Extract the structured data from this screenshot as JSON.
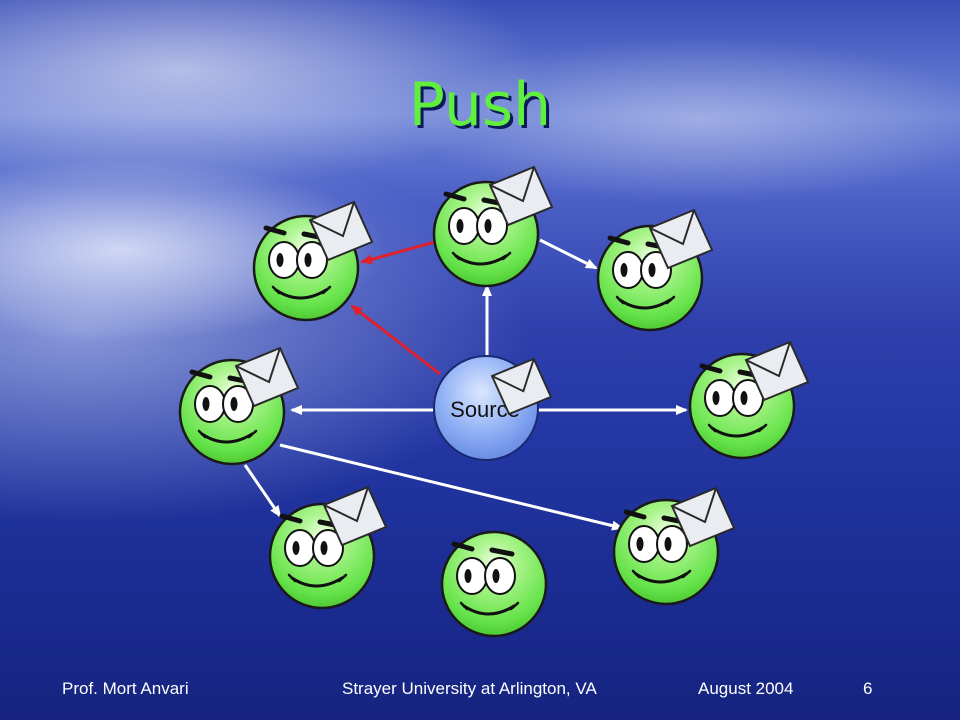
{
  "slide": {
    "title": "Push",
    "source_label": "Source",
    "colors": {
      "title": "#5ef03c",
      "node": "#66e34a",
      "source": "#7ea2f0",
      "arrow_white": "#ffffff",
      "arrow_red": "#e0202a"
    },
    "nodes": [
      {
        "id": "n-top",
        "has_envelope": true
      },
      {
        "id": "n-upper-left",
        "has_envelope": true
      },
      {
        "id": "n-upper-right",
        "has_envelope": true
      },
      {
        "id": "n-left",
        "has_envelope": true
      },
      {
        "id": "n-right",
        "has_envelope": true
      },
      {
        "id": "n-lower-left",
        "has_envelope": true
      },
      {
        "id": "n-bottom",
        "has_envelope": false
      },
      {
        "id": "n-lower-right",
        "has_envelope": true
      }
    ],
    "edges": [
      {
        "from": "source",
        "to": "n-top",
        "color": "white"
      },
      {
        "from": "source",
        "to": "n-upper-left",
        "color": "red"
      },
      {
        "from": "n-top",
        "to": "n-upper-left",
        "color": "red"
      },
      {
        "from": "n-top",
        "to": "n-upper-right",
        "color": "white"
      },
      {
        "from": "source",
        "to": "n-left",
        "color": "white"
      },
      {
        "from": "source",
        "to": "n-right",
        "color": "white"
      },
      {
        "from": "n-left",
        "to": "n-lower-left",
        "color": "white"
      },
      {
        "from": "n-left",
        "to": "n-lower-right",
        "color": "white"
      }
    ]
  },
  "footer": {
    "author": "Prof. Mort Anvari",
    "institution": "Strayer University at Arlington, VA",
    "date": "August 2004",
    "page": "6"
  }
}
